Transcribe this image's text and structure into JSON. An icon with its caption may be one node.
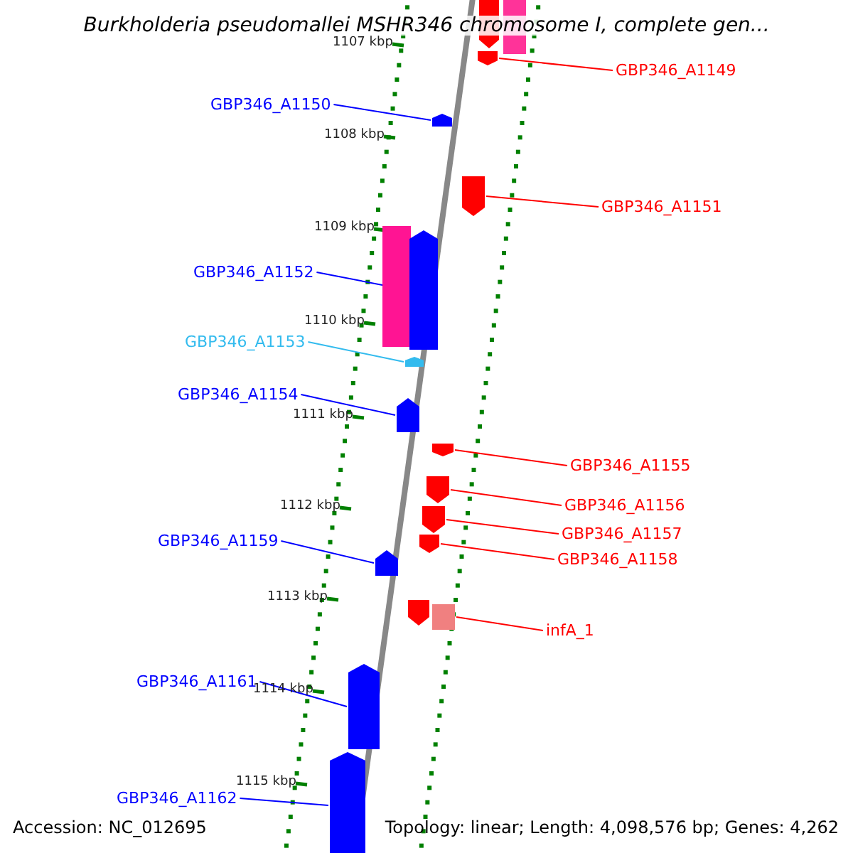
{
  "diagram": {
    "title": "Burkholderia pseudomallei MSHR346 chromosome I, complete gen...",
    "nodes": [
      {
        "text": [],
        "shape": "pentagon"
      },
      {
        "text": [],
        "shape": "bar"
      },
      {
        "text": [],
        "shape": "pentagon"
      },
      {
        "text": [
          "GBP346_A1149"
        ]
      },
      {
        "text": [
          "GBP346_A1150"
        ]
      },
      {
        "text": [],
        "shape": "pentagon"
      },
      {
        "text": [],
        "shape": "pentagon"
      },
      {
        "text": [
          "GBP346_A1151"
        ]
      },
      {
        "text": [],
        "shape": "bar"
      },
      {
        "text": [],
        "shape": "pentagon"
      },
      {
        "text": [
          "GBP346_A1152"
        ]
      },
      {
        "text": [
          "GBP346_A1153"
        ]
      },
      {
        "text": [],
        "shape": "pentagon"
      },
      {
        "text": [
          "GBP346_A1154"
        ]
      },
      {
        "text": [],
        "shape": "pentagon"
      },
      {
        "text": [],
        "shape": "pentagon"
      },
      {
        "text": [
          "GBP346_A1155"
        ]
      },
      {
        "text": [],
        "shape": "pentagon"
      },
      {
        "text": [
          "GBP346_A1156"
        ]
      },
      {
        "text": [],
        "shape": "pentagon"
      },
      {
        "text": [
          "GBP346_A1157"
        ]
      },
      {
        "text": [],
        "shape": "pentagon"
      },
      {
        "text": [
          "GBP346_A1158"
        ]
      },
      {
        "text": [
          "GBP346_A1159"
        ]
      },
      {
        "text": [],
        "shape": "pentagon"
      },
      {
        "text": [],
        "shape": "pentagon"
      },
      {
        "text": [],
        "shape": "box"
      },
      {
        "text": [
          "infA_1"
        ]
      },
      {
        "text": [
          "GBP346_A1161"
        ]
      },
      {
        "text": [],
        "shape": "pentagon"
      },
      {
        "text": [
          "GBP346_A1162"
        ]
      },
      {
        "text": [],
        "shape": "pentagon"
      }
    ],
    "edges": [
      {
        "from": 3,
        "to": 2,
        "arrow": "none"
      },
      {
        "from": 4,
        "to": 5,
        "arrow": "none",
        "color": "#0000ff"
      },
      {
        "from": 7,
        "to": 6,
        "arrow": "none"
      },
      {
        "from": 10,
        "to": 9,
        "arrow": "none",
        "color": "#0000ff"
      },
      {
        "from": 11,
        "to": 12,
        "arrow": "none",
        "color": "#33bbee"
      },
      {
        "from": 13,
        "to": 14,
        "arrow": "none",
        "color": "#0000ff"
      },
      {
        "from": 16,
        "to": 15,
        "arrow": "none"
      },
      {
        "from": 18,
        "to": 17,
        "arrow": "none"
      },
      {
        "from": 20,
        "to": 19,
        "arrow": "none"
      },
      {
        "from": 22,
        "to": 21,
        "arrow": "none"
      },
      {
        "from": 23,
        "to": 24,
        "arrow": "none",
        "color": "#0000ff"
      },
      {
        "from": 27,
        "to": 26,
        "arrow": "none"
      },
      {
        "from": 28,
        "to": 29,
        "arrow": "none",
        "color": "#0000ff"
      },
      {
        "from": 30,
        "to": 31,
        "arrow": "none",
        "color": "#0000ff"
      }
    ],
    "labels": [
      "1107 kbp",
      "1108 kbp",
      "1109 kbp",
      "1110 kbp",
      "1111 kbp",
      "1112 kbp",
      "1113 kbp",
      "1114 kbp",
      "1115 kbp",
      "Accession: NC_012695",
      "Topology: linear; Length: 4,098,576 bp; Genes: 4,262"
    ]
  }
}
